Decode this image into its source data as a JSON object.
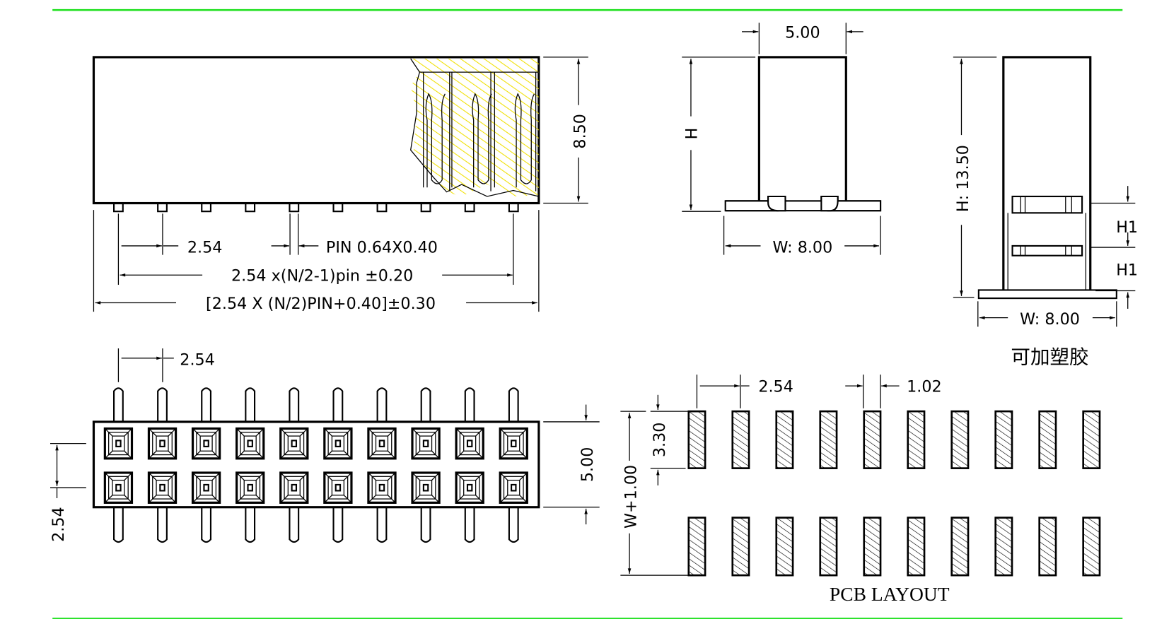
{
  "colors": {
    "frame_line": "#22e022",
    "hatch": "#f0e000",
    "ink": "#000000"
  },
  "front_view": {
    "dim_pitch": "2.54",
    "dim_pin": "PIN 0.64X0.40",
    "dim_span": "2.54 x(N/2-1)pin ±0.20",
    "dim_total": "[2.54 X (N/2)PIN+0.40]±0.30",
    "dim_height": "8.50",
    "pin_count": 10
  },
  "side_view": {
    "dim_top": "5.00",
    "dim_height": "H",
    "dim_width": "W: 8.00"
  },
  "side_view_plastic": {
    "dim_height": "H: 13.50",
    "dim_h1_upper": "H1",
    "dim_h1_lower": "H1",
    "dim_width": "W: 8.00",
    "caption": "可加塑胶"
  },
  "bottom_view": {
    "dim_pitch": "2.54",
    "dim_row_pitch": "2.54",
    "dim_width": "5.00",
    "columns": 10,
    "rows": 2
  },
  "pcb_layout": {
    "dim_pitch": "2.54",
    "dim_pad_width": "1.02",
    "dim_pad_length": "3.30",
    "dim_span": "W+1.00",
    "title": "PCB LAYOUT",
    "columns": 10,
    "rows": 2
  }
}
